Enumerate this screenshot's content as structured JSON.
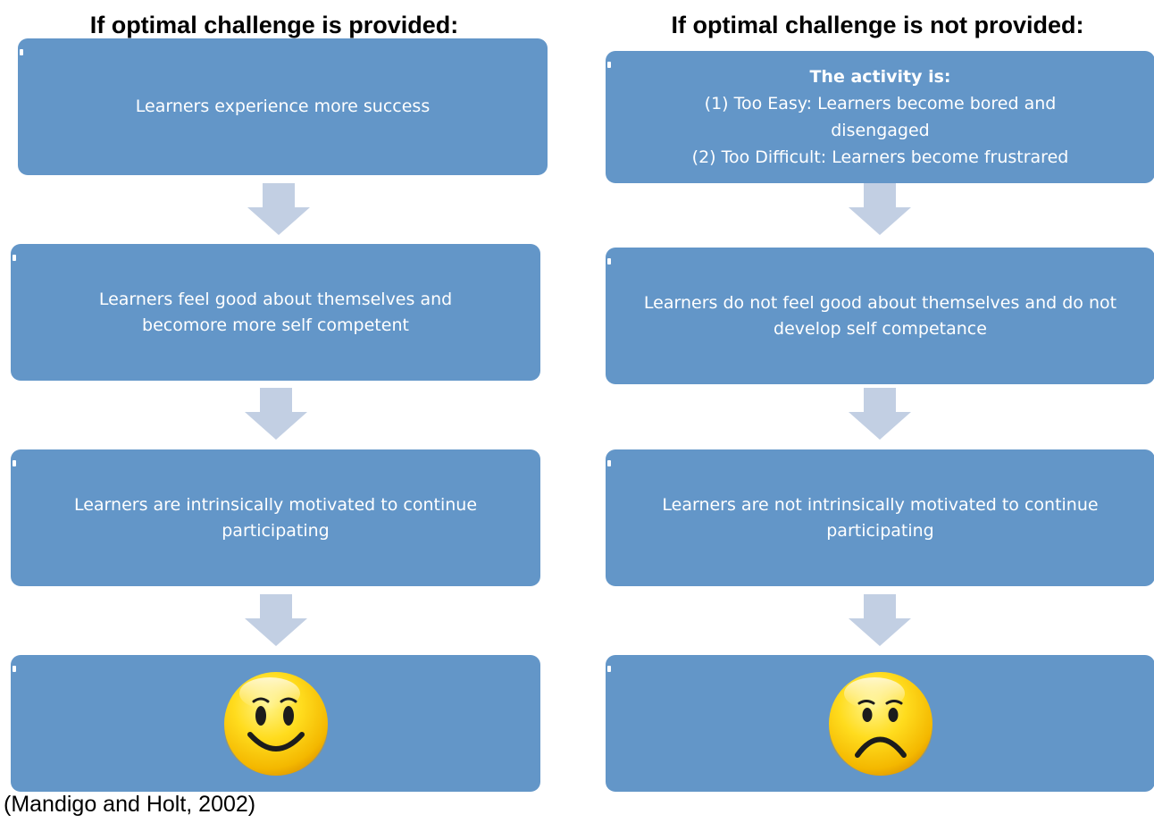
{
  "left": {
    "heading": "If optimal challenge is provided:",
    "steps": [
      "Learners experience more success",
      "Learners feel good about themselves and becomore more self competent",
      "Learners are intrinsically motivated to continue participating"
    ],
    "outcome_icon": "happy-face-icon"
  },
  "right": {
    "heading": "If optimal challenge is not provided:",
    "step1": {
      "title": "The activity is:",
      "line1": "(1) Too Easy: Learners become bored and disengaged",
      "line2": "(2) Too Difficult: Learners become frustrared"
    },
    "step2": "Learners do not feel good about themselves and do not develop self competance",
    "step3": "Learners are not intrinsically motivated to continue participating",
    "outcome_icon": "unhappy-face-icon"
  },
  "citation": "(Mandigo and Holt, 2002)",
  "colors": {
    "box": "#6396c8",
    "arrow": "#c2cfe3",
    "face": "#f7cc00"
  }
}
